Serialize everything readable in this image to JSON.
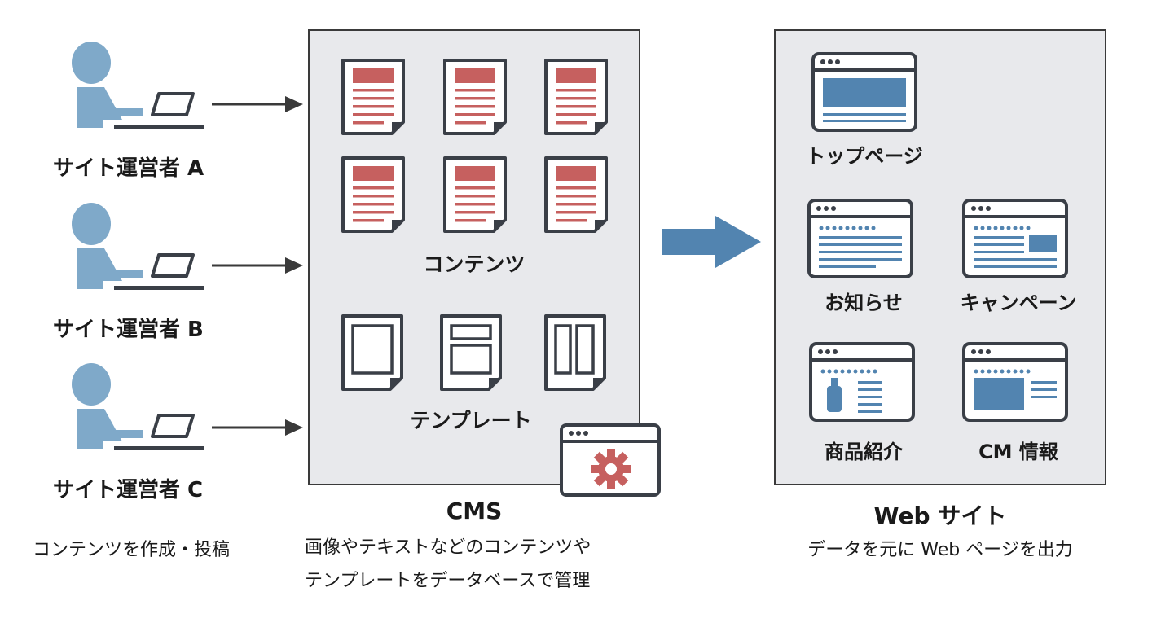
{
  "operators": [
    {
      "label": "サイト運営者 A"
    },
    {
      "label": "サイト運営者 B"
    },
    {
      "label": "サイト運営者 C"
    }
  ],
  "operators_caption": "コンテンツを作成・投稿",
  "cms": {
    "contents_label": "コンテンツ",
    "templates_label": "テンプレート",
    "title": "CMS",
    "caption_line1": "画像やテキストなどのコンテンツや",
    "caption_line2": "テンプレートをデータベースで管理"
  },
  "website": {
    "pages": [
      {
        "label": "トップページ"
      },
      {
        "label": "お知らせ"
      },
      {
        "label": "キャンペーン"
      },
      {
        "label": "商品紹介"
      },
      {
        "label": "CM 情報"
      }
    ],
    "title": "Web サイト",
    "caption": "データを元に Web ページを出力"
  },
  "colors": {
    "person": "#7fa9c9",
    "doc_accent": "#c6605f",
    "page_blue": "#5284b0",
    "outline": "#3a3f47",
    "panel_bg": "#e8e9ec",
    "arrow_blue": "#5284b0"
  },
  "icons": [
    "person-icon",
    "laptop-icon",
    "document-icon",
    "template-icon",
    "gear-icon",
    "browser-window-icon",
    "arrow-right-icon"
  ]
}
